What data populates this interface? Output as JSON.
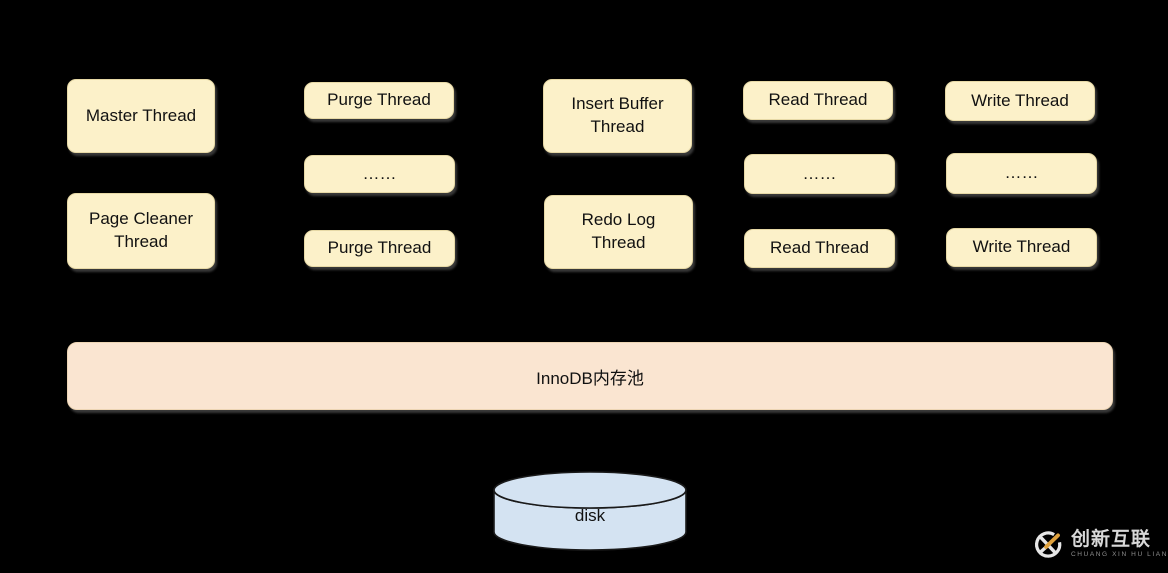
{
  "threads": {
    "master": "Master Thread",
    "page_cleaner": "Page Cleaner\nThread",
    "purge_top": "Purge Thread",
    "purge_dots": "……",
    "purge_bottom": "Purge Thread",
    "insert_buffer": "Insert Buffer\nThread",
    "redo_log": "Redo Log\nThread",
    "read_top": "Read Thread",
    "read_dots": "……",
    "read_bottom": "Read Thread",
    "write_top": "Write Thread",
    "write_dots": "……",
    "write_bottom": "Write Thread"
  },
  "memory_pool": {
    "label": "InnoDB内存池"
  },
  "disk": {
    "label": "disk"
  },
  "logo": {
    "title": "创新互联",
    "subtitle": "CHUANG XIN HU LIAN"
  },
  "colors": {
    "background": "#000000",
    "thread_box_fill": "#FCF1C9",
    "memory_pool_fill": "#FAE5D1",
    "disk_fill": "#D4E3F2",
    "disk_stroke": "#1A1A1A",
    "text": "#111111",
    "logo_accent": "#DFA13D",
    "logo_text": "#D8D8D8",
    "logo_subtext": "#8F8F8F"
  }
}
